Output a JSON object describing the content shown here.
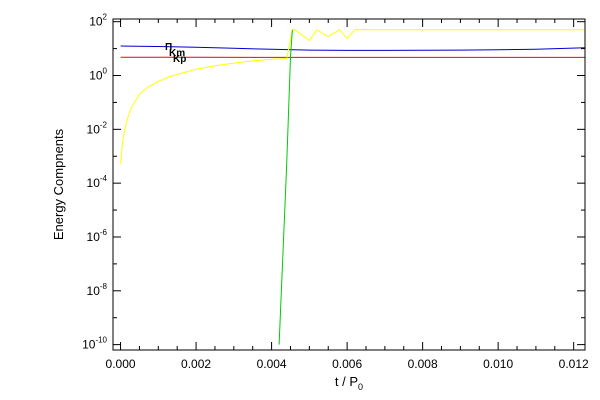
{
  "chart_data": {
    "type": "line",
    "title": "",
    "xlabel": "t / P",
    "xlabel_sub": "0",
    "ylabel": "Energy Compnents",
    "xlim": [
      -0.0002,
      0.0123
    ],
    "ylim_log10": [
      -10.2,
      2.1
    ],
    "y_scale": "log",
    "grid": false,
    "x_ticks": [
      {
        "value": 0.0,
        "label": "0.000"
      },
      {
        "value": 0.002,
        "label": "0.002"
      },
      {
        "value": 0.004,
        "label": "0.004"
      },
      {
        "value": 0.006,
        "label": "0.006"
      },
      {
        "value": 0.008,
        "label": "0.008"
      },
      {
        "value": 0.01,
        "label": "0.010"
      },
      {
        "value": 0.012,
        "label": "0.012"
      }
    ],
    "y_ticks": [
      {
        "exp": 2,
        "base": "10",
        "sup": "2"
      },
      {
        "exp": 0,
        "base": "10",
        "sup": "0"
      },
      {
        "exp": -2,
        "base": "10",
        "sup": "-2"
      },
      {
        "exp": -4,
        "base": "10",
        "sup": "-4"
      },
      {
        "exp": -6,
        "base": "10",
        "sup": "-6"
      },
      {
        "exp": -8,
        "base": "10",
        "sup": "-8"
      },
      {
        "exp": -10,
        "base": "10",
        "sup": "-10"
      }
    ],
    "legend_placement": "top-left",
    "legend_items": [
      {
        "label": "Π",
        "color": "#0000cc"
      },
      {
        "label": "Km",
        "color": "#ffff00"
      },
      {
        "label": "Kp",
        "color": "#ff0000"
      }
    ],
    "series": [
      {
        "key": "blue",
        "color": "#0000cc",
        "x": [
          0.0,
          0.001,
          0.002,
          0.003,
          0.004,
          0.005,
          0.006,
          0.007,
          0.008,
          0.009,
          0.01,
          0.011,
          0.0123
        ],
        "y": [
          12.5,
          12.0,
          11.2,
          10.3,
          9.4,
          8.8,
          8.6,
          8.6,
          8.7,
          8.8,
          9.0,
          9.4,
          10.8
        ]
      },
      {
        "key": "red",
        "color": "#ff0000",
        "x": [
          0.0,
          0.001,
          0.002,
          0.004,
          0.006,
          0.008,
          0.01,
          0.0123
        ],
        "y": [
          4.8,
          4.8,
          4.75,
          4.7,
          4.7,
          4.7,
          4.7,
          4.7
        ]
      },
      {
        "key": "yellow",
        "color": "#ffff00",
        "x": [
          0.0,
          2e-05,
          5e-05,
          0.0001,
          0.0002,
          0.0003,
          0.0005,
          0.0007,
          0.001,
          0.0013,
          0.0016,
          0.002,
          0.0025,
          0.003,
          0.0035,
          0.004,
          0.0043,
          0.0044,
          0.00455,
          0.0046,
          0.005,
          0.0052,
          0.0055,
          0.0058,
          0.006,
          0.0062,
          0.0065,
          0.007,
          0.008,
          0.009,
          0.01,
          0.011,
          0.012,
          0.0123
        ],
        "y": [
          0.0005,
          0.001,
          0.003,
          0.008,
          0.03,
          0.07,
          0.2,
          0.35,
          0.6,
          0.9,
          1.2,
          1.7,
          2.3,
          2.9,
          3.5,
          4.0,
          4.2,
          4.3,
          50,
          52,
          20,
          50,
          28,
          50,
          24,
          50,
          50,
          50,
          50,
          50,
          50,
          50,
          50,
          50
        ]
      },
      {
        "key": "green",
        "color": "#00cc00",
        "x": [
          0.0042,
          0.0044,
          0.0045,
          0.00455
        ],
        "y": [
          1e-10,
          0.0005,
          5.0,
          50
        ]
      }
    ]
  }
}
